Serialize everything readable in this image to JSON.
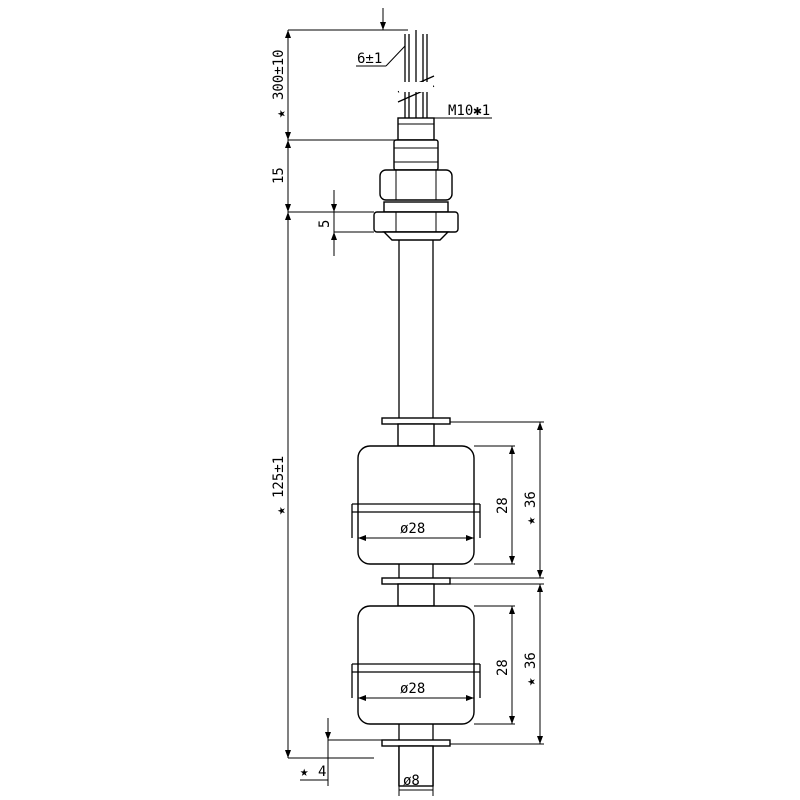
{
  "drawing": {
    "dimensions": {
      "cable_length": "300±10",
      "fitting": "15",
      "flange": "5",
      "total_length": "125±1",
      "stop_thickness": "4",
      "wire_spacing": "6±1",
      "thread": "M10✱1",
      "float_diameter_top": "ø28",
      "float_diameter_bottom": "ø28",
      "float_height_top": "28",
      "float_height_bottom": "28",
      "float_travel_top": "36",
      "float_travel_bottom": "36",
      "stem_diameter": "ø8"
    },
    "marker": "★"
  }
}
